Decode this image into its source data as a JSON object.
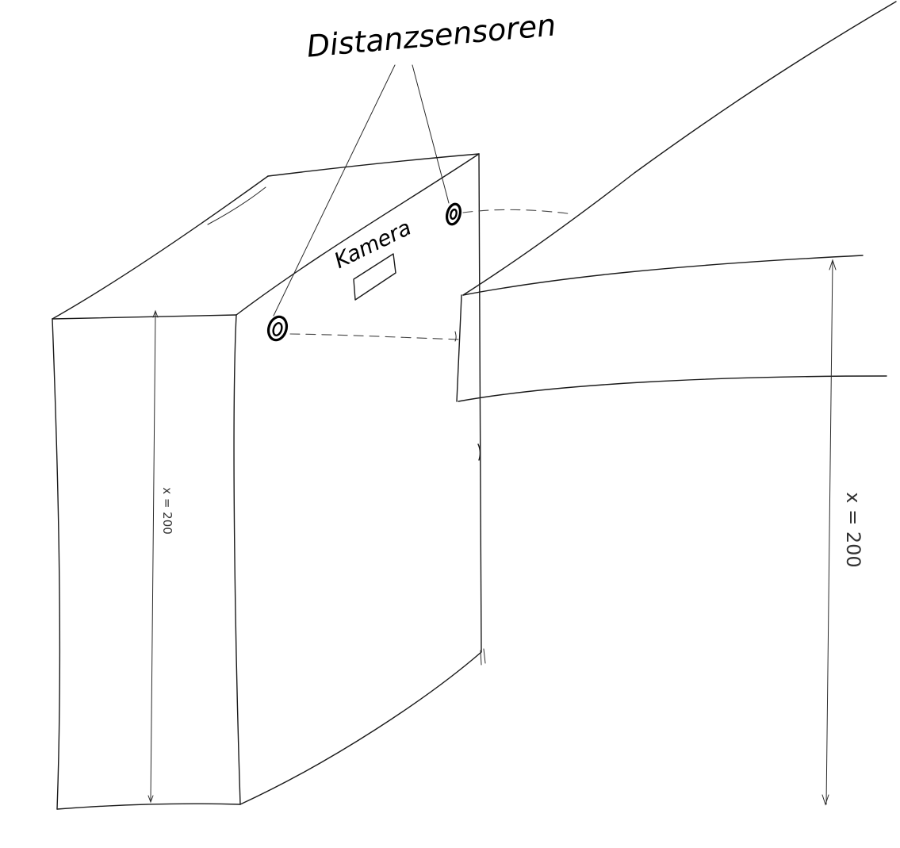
{
  "labels": {
    "sensors_title": "Distanzsensoren",
    "camera": "Kamera",
    "dimension_left": "x = 200",
    "dimension_right": "x = 200"
  },
  "colors": {
    "ink": "#1a1a1a",
    "background": "#ffffff"
  }
}
